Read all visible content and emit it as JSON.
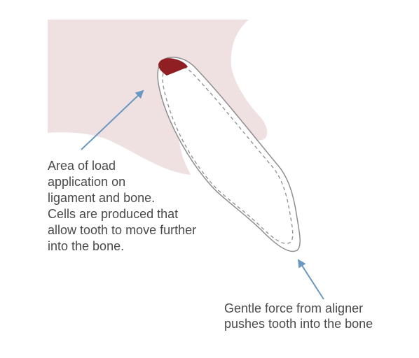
{
  "colors": {
    "gum": "#efe0e2",
    "load_area": "#8f1f23",
    "tooth_outline": "#8e8e8e",
    "arrow": "#6a98c0",
    "text": "#4a4a4a"
  },
  "annotations": {
    "load_area": {
      "lines": [
        "Area of load",
        "application on",
        "ligament and bone.",
        "Cells are produced that",
        "allow tooth to move further",
        "into the bone."
      ]
    },
    "aligner_force": {
      "lines": [
        "Gentle force from aligner",
        "pushes tooth into the bone"
      ]
    }
  }
}
